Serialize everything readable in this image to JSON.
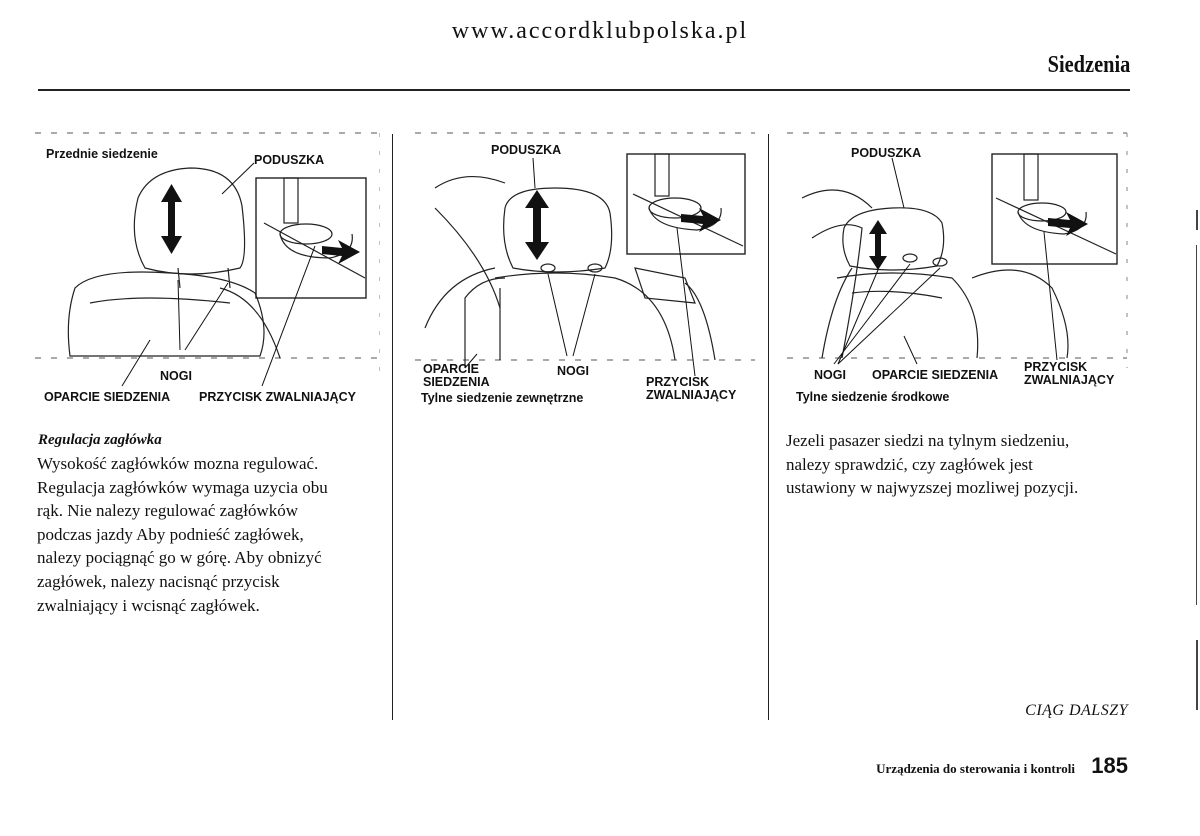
{
  "header": {
    "site_url": "www.accordklubpolska.pl",
    "section_title": "Siedzenia"
  },
  "panels": {
    "front": {
      "caption": "Przednie siedzenie",
      "label_cushion": "PODUSZKA",
      "label_legs": "NOGI",
      "label_backrest": "OPARCIE SIEDZENIA",
      "label_release": "PRZYCISK ZWALNIAJĄCY"
    },
    "rear_outer": {
      "label_cushion": "PODUSZKA",
      "label_backrest_1": "OPARCIE",
      "label_backrest_2": "SIEDZENIA",
      "label_legs": "NOGI",
      "label_release_1": "PRZYCISK",
      "label_release_2": "ZWALNIAJĄCY",
      "caption": "Tylne siedzenie zewnętrzne"
    },
    "rear_center": {
      "label_cushion": "PODUSZKA",
      "label_legs": "NOGI",
      "label_backrest": "OPARCIE SIEDZENIA",
      "label_release_1": "PRZYCISK",
      "label_release_2": "ZWALNIAJĄCY",
      "caption": "Tylne siedzenie środkowe"
    }
  },
  "body": {
    "heading": "Regulacja zagłówka",
    "left_lines": [
      "Wysokość zagłówków mozna regulować.",
      "Regulacja zagłówków wymaga uzycia obu",
      "rąk. Nie nalezy regulować zagłówków",
      "podczas jazdy  Aby podnieść zagłówek,",
      "nalezy pociągnąć go w górę. Aby obnizyć",
      "zagłówek, nalezy nacisnąć przycisk",
      "zwalniający i wcisnąć zagłówek."
    ],
    "right_lines": [
      "Jezeli pasazer siedzi na tylnym siedzeniu,",
      "nalezy sprawdzić, czy zagłówek jest",
      "ustawiony w najwyzszej mozliwej pozycji."
    ]
  },
  "footer": {
    "continued": "CIĄG DALSZY",
    "chapter": "Urządzenia do sterowania i kontroli",
    "page_number": "185"
  }
}
